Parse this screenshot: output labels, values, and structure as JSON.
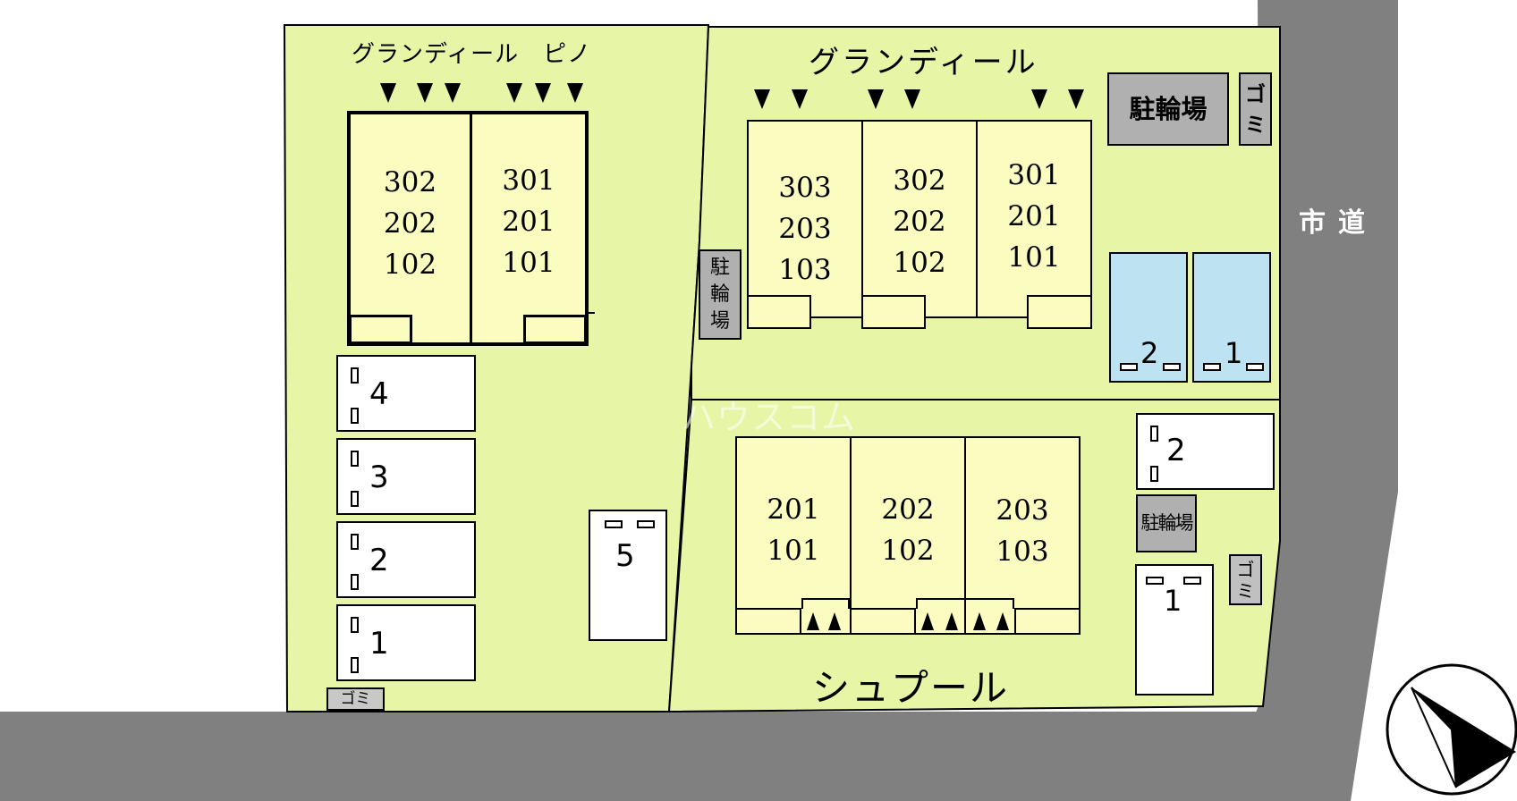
{
  "buildings": {
    "piano": {
      "name": "グランディール　ピノ",
      "left_units": [
        "302",
        "202",
        "102"
      ],
      "right_units": [
        "301",
        "201",
        "101"
      ]
    },
    "grandir": {
      "name": "グランディール",
      "col1": [
        "303",
        "203",
        "103"
      ],
      "col2": [
        "302",
        "202",
        "102"
      ],
      "col3": [
        "301",
        "201",
        "101"
      ]
    },
    "shupool": {
      "name": "シュプール",
      "col1": [
        "201",
        "101"
      ],
      "col2": [
        "202",
        "102"
      ],
      "col3": [
        "203",
        "103"
      ]
    }
  },
  "parking": {
    "left": [
      "4",
      "3",
      "2",
      "1"
    ],
    "center": "5",
    "grandir_blue": [
      "2",
      "1"
    ],
    "shupool_right": [
      "2",
      "1"
    ]
  },
  "facilities": {
    "bicycle_parking": "駐輪場",
    "bicycle_parking_vertical": [
      "駐",
      "輪",
      "場"
    ],
    "garbage": "ゴミ",
    "garbage_vertical": [
      "ゴ",
      "ミ"
    ]
  },
  "road": {
    "city_road": [
      "市",
      "道"
    ]
  },
  "watermark": "ハウスコム",
  "colors": {
    "lot": "#e6f5a6",
    "building": "#fafcc0",
    "road": "#808080",
    "facility": "#b0b0b0",
    "parking_blue": "#bde3f2"
  }
}
